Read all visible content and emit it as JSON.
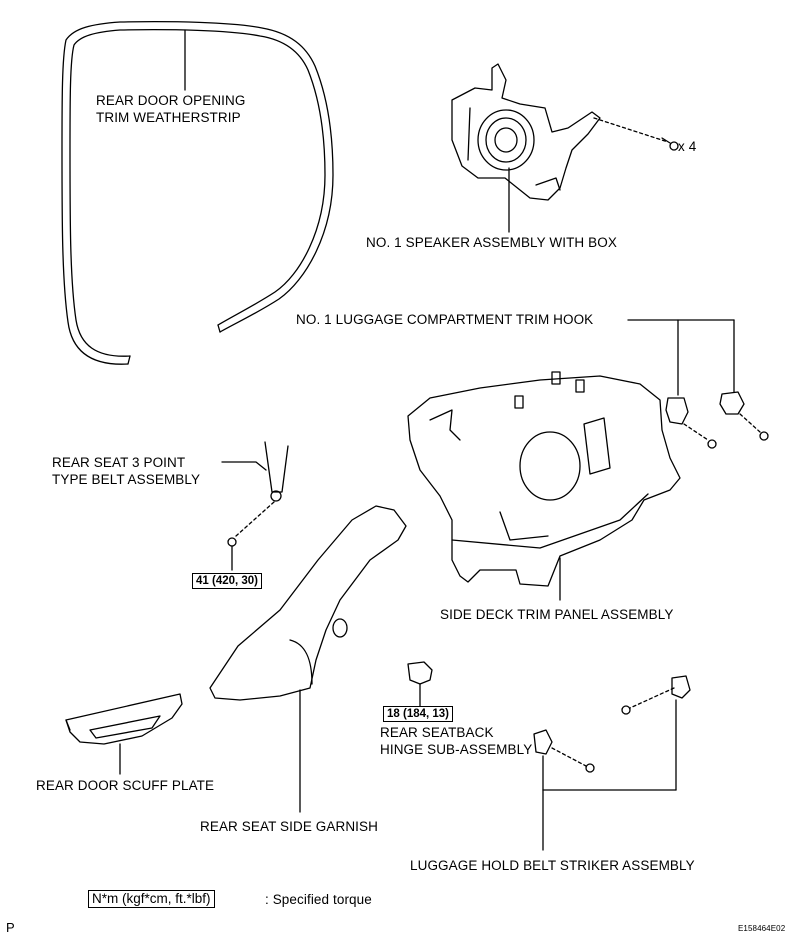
{
  "labels": {
    "weatherstrip_1": "REAR DOOR OPENING",
    "weatherstrip_2": "TRIM WEATHERSTRIP",
    "speaker": "NO. 1 SPEAKER ASSEMBLY WITH BOX",
    "screw_count": "x 4",
    "trim_hook": "NO. 1 LUGGAGE COMPARTMENT TRIM HOOK",
    "belt_1": "REAR SEAT 3 POINT",
    "belt_2": "TYPE BELT ASSEMBLY",
    "side_deck": "SIDE DECK TRIM PANEL ASSEMBLY",
    "hinge_1": "REAR SEATBACK",
    "hinge_2": "HINGE SUB-ASSEMBLY",
    "scuff": "REAR DOOR SCUFF PLATE",
    "garnish": "REAR SEAT SIDE GARNISH",
    "striker": "LUGGAGE HOLD BELT STRIKER ASSEMBLY"
  },
  "torque": {
    "belt": "41 (420, 30)",
    "hinge": "18 (184, 13)"
  },
  "legend": {
    "box": "N*m (kgf*cm, ft.*lbf)",
    "text": ": Specified torque"
  },
  "corner": {
    "left": "P",
    "right": "E158464E02"
  }
}
